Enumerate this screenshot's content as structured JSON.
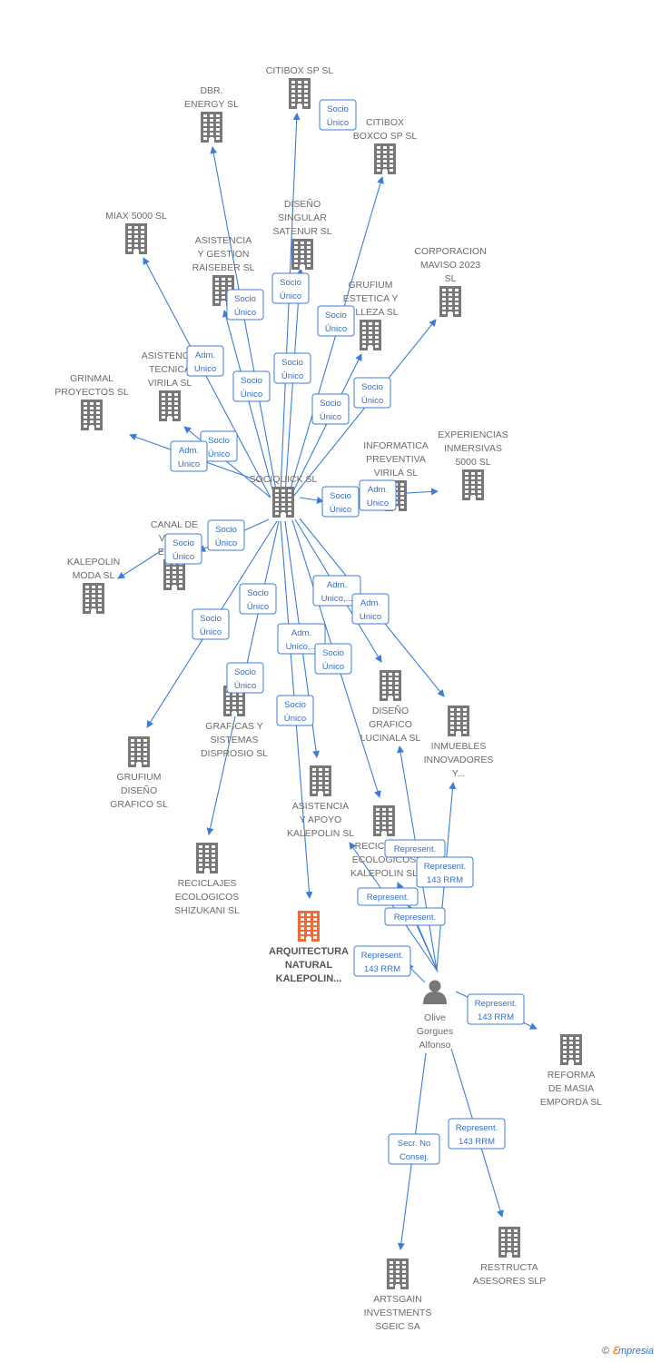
{
  "colors": {
    "edge": "#3b7dd8",
    "building": "#777777",
    "focus_building": "#f06a38",
    "person": "#777777"
  },
  "nodes": [
    {
      "id": "dbr",
      "label": [
        "DBR.",
        "ENERGY  SL"
      ],
      "icon": "building-icon"
    },
    {
      "id": "citibox",
      "label": [
        "CITIBOX SP  SL"
      ],
      "icon": "building-icon"
    },
    {
      "id": "citiboxboxco",
      "label": [
        "CITIBOX",
        "BOXCO SP  SL"
      ],
      "icon": "building-icon"
    },
    {
      "id": "miax",
      "label": [
        "MIAX 5000  SL"
      ],
      "icon": "building-icon"
    },
    {
      "id": "diseno",
      "label": [
        "DISEÑO",
        "SINGULAR",
        "SATENUR  SL"
      ],
      "icon": "building-icon"
    },
    {
      "id": "asistgest",
      "label": [
        "ASISTENCIA",
        "Y GESTION",
        "RAISEBER  SL"
      ],
      "icon": "building-icon"
    },
    {
      "id": "corporacion",
      "label": [
        "CORPORACION",
        "MAVISO 2023",
        "SL"
      ],
      "icon": "building-icon"
    },
    {
      "id": "grufium_est",
      "label": [
        "GRUFIUM",
        "ESTETICA Y",
        "BELLEZA  SL"
      ],
      "icon": "building-icon"
    },
    {
      "id": "asistec",
      "label": [
        "ASISTENCIA",
        "TECNICA",
        "VIRILA  SL"
      ],
      "icon": "building-icon"
    },
    {
      "id": "grinmal",
      "label": [
        "GRINMAL",
        "PROYECTOS  SL"
      ],
      "icon": "building-icon"
    },
    {
      "id": "experiencias",
      "label": [
        "EXPERIENCIAS",
        "INMERSIVAS",
        "5000  SL"
      ],
      "icon": "building-icon"
    },
    {
      "id": "informatica",
      "label": [
        "INFORMATICA",
        "PREVENTIVA",
        "VIRILA  SL"
      ],
      "icon": "building-icon"
    },
    {
      "id": "sociquick",
      "label": [
        "SOCIQUICK  SL"
      ],
      "icon": "building-icon"
    },
    {
      "id": "canal",
      "label": [
        "CANAL DE",
        "VENTA",
        "EXCL..."
      ],
      "icon": "building-icon"
    },
    {
      "id": "kalepolin_moda",
      "label": [
        "KALEPOLIN",
        "MODA  SL"
      ],
      "icon": "building-icon"
    },
    {
      "id": "grufium_dis",
      "label": [
        "GRUFIUM",
        "DISEÑO",
        "GRAFICO  SL"
      ],
      "icon": "building-icon"
    },
    {
      "id": "graficas",
      "label": [
        "GRAFICAS Y",
        "SISTEMAS",
        "DISPROSIO  SL"
      ],
      "icon": "building-icon"
    },
    {
      "id": "diseno_grafico",
      "label": [
        "DISEÑO",
        "GRAFICO",
        "LUCINALA  SL"
      ],
      "icon": "building-icon"
    },
    {
      "id": "inmuebles",
      "label": [
        "INMUEBLES",
        "INNOVADORES",
        "Y..."
      ],
      "icon": "building-icon"
    },
    {
      "id": "asistencia_apoyo",
      "label": [
        "ASISTENCIA",
        "Y APOYO",
        "KALEPOLIN  SL"
      ],
      "icon": "building-icon"
    },
    {
      "id": "reciclajes_kal",
      "label": [
        "RECICLAJES",
        "ECOLOGICOS",
        "KALEPOLIN  SL"
      ],
      "icon": "building-icon"
    },
    {
      "id": "reciclajes_shi",
      "label": [
        "RECICLAJES",
        "ECOLOGICOS",
        "SHIZUKANI  SL"
      ],
      "icon": "building-icon"
    },
    {
      "id": "arquitectura",
      "label": [
        "ARQUITECTURA",
        "NATURAL",
        "KALEPOLIN..."
      ],
      "icon": "building-icon",
      "focus": true
    },
    {
      "id": "olive",
      "label": [
        "Olive",
        "Gorgues",
        "Alfonso"
      ],
      "icon": "person-icon"
    },
    {
      "id": "reforma",
      "label": [
        "REFORMA",
        "DE MASIA",
        "EMPORDA  SL"
      ],
      "icon": "building-icon"
    },
    {
      "id": "restructa",
      "label": [
        "RESTRUCTA",
        "ASESORES SLP"
      ],
      "icon": "building-icon"
    },
    {
      "id": "artsgain",
      "label": [
        "ARTSGAIN",
        "INVESTMENTS",
        "SGEIC SA"
      ],
      "icon": "building-icon"
    }
  ],
  "edge_labels": [
    {
      "id": "e1",
      "lines": [
        "Socio",
        "Único"
      ]
    },
    {
      "id": "e2",
      "lines": [
        "Socio",
        "Único"
      ]
    },
    {
      "id": "e3",
      "lines": [
        "Socio",
        "Único"
      ]
    },
    {
      "id": "e4",
      "lines": [
        "Socio",
        "Único"
      ]
    },
    {
      "id": "e5",
      "lines": [
        "Adm.",
        "Unico"
      ]
    },
    {
      "id": "e6",
      "lines": [
        "Socio",
        "Único"
      ]
    },
    {
      "id": "e7",
      "lines": [
        "Socio",
        "Único"
      ]
    },
    {
      "id": "e8",
      "lines": [
        "Socio",
        "Único"
      ]
    },
    {
      "id": "e9",
      "lines": [
        "Socio",
        "Único"
      ]
    },
    {
      "id": "e10",
      "lines": [
        "Socio",
        "Único"
      ]
    },
    {
      "id": "e11",
      "lines": [
        "Adm.",
        "Unico"
      ]
    },
    {
      "id": "e12",
      "lines": [
        "Socio",
        "Único"
      ]
    },
    {
      "id": "e13",
      "lines": [
        "Adm.",
        "Unico"
      ]
    },
    {
      "id": "e14",
      "lines": [
        "Socio",
        "Único"
      ]
    },
    {
      "id": "e15",
      "lines": [
        "Socio",
        "Único"
      ]
    },
    {
      "id": "e16",
      "lines": [
        "Socio",
        "Único"
      ]
    },
    {
      "id": "e17",
      "lines": [
        "Socio",
        "Único"
      ]
    },
    {
      "id": "e18",
      "lines": [
        "Adm.",
        "Unico,..."
      ]
    },
    {
      "id": "e19",
      "lines": [
        "Adm.",
        "Unico"
      ]
    },
    {
      "id": "e20",
      "lines": [
        "Socio",
        "Único"
      ]
    },
    {
      "id": "e21",
      "lines": [
        "Adm.",
        "Unico,..."
      ]
    },
    {
      "id": "e22",
      "lines": [
        "Socio",
        "Único"
      ]
    },
    {
      "id": "e23",
      "lines": [
        "Socio",
        "Único"
      ]
    },
    {
      "id": "e24",
      "lines": [
        "Adm.",
        "Unico"
      ]
    },
    {
      "id": "e25",
      "lines": [
        "Represent."
      ]
    },
    {
      "id": "e26",
      "lines": [
        "Represent.",
        "143 RRM"
      ]
    },
    {
      "id": "e27",
      "lines": [
        "Represent."
      ]
    },
    {
      "id": "e28",
      "lines": [
        "Represent."
      ]
    },
    {
      "id": "e29",
      "lines": [
        "Represent.",
        "143 RRM"
      ]
    },
    {
      "id": "e30",
      "lines": [
        "Represent.",
        "143 RRM"
      ]
    },
    {
      "id": "e31",
      "lines": [
        "Represent.",
        "143 RRM"
      ]
    },
    {
      "id": "e32",
      "lines": [
        "Secr.  No",
        "Consej."
      ]
    }
  ],
  "footer": {
    "copyright": "©",
    "brand_first": "ℇ",
    "brand_rest": "mpresia"
  }
}
